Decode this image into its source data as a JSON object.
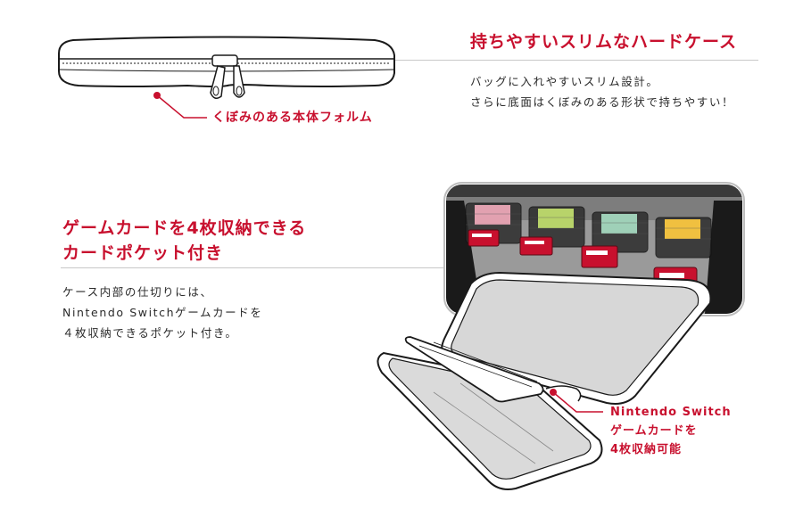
{
  "section1": {
    "heading": "持ちやすいスリムなハードケース",
    "body_lines": [
      "バッグに入れやすいスリム設計。",
      "さらに底面はくぼみのある形状で持ちやすい！"
    ],
    "callout": "くぼみのある本体フォルム"
  },
  "section2": {
    "heading_lines": [
      "ゲームカードを4枚収納できる",
      "カードポケット付き"
    ],
    "body_lines": [
      "ケース内部の仕切りには、",
      "Nintendo Switchゲームカードを",
      "４枚収納できるポケット付き。"
    ],
    "callout_lines": [
      "Nintendo Switch",
      "ゲームカードを",
      "4枚収納可能"
    ]
  },
  "colors": {
    "accent": "#c8102e",
    "text": "#2a2a2a",
    "rule": "#c8c8c8"
  }
}
